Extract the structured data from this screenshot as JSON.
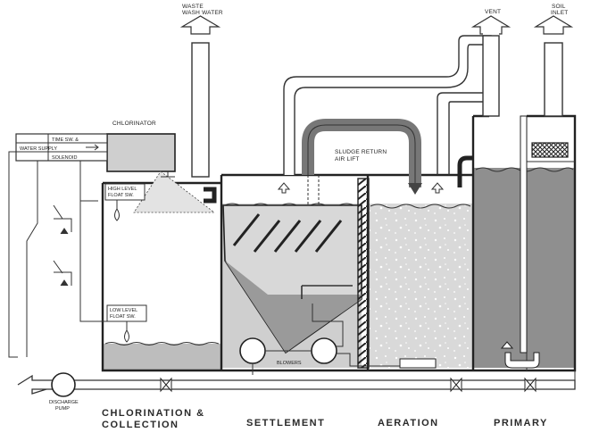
{
  "labels": {
    "waste_wash_water_1": "WASTE",
    "waste_wash_water_2": "WASH WATER",
    "vent": "VENT",
    "soil_inlet_1": "SOIL",
    "soil_inlet_2": "INLET",
    "chlorinator": "CHLORINATOR",
    "time_sw": "TIME SW. &",
    "water_supply": "WATER SUPPLY",
    "solenoid": "SOLENOID",
    "high_level_1": "HIGH LEVEL",
    "high_level_2": "FLOAT SW.",
    "low_level_1": "LOW LEVEL",
    "low_level_2": "FLOAT SW.",
    "sludge_return_1": "SLUDGE RETURN",
    "sludge_return_2": "AIR LIFT",
    "blowers": "BLOWERS",
    "discharge_pump_1": "DISCHARGE",
    "discharge_pump_2": "PUMP"
  },
  "sections": {
    "chlorination_1": "CHLORINATION  &",
    "chlorination_2": "COLLECTION",
    "settlement": "SETTLEMENT",
    "aeration": "AERATION",
    "primary": "PRIMARY"
  },
  "colors": {
    "liquid": "#bdbdbd",
    "liquid_dark": "#7e7e7e",
    "primary_liquid": "#8f8f8f",
    "line": "#222222"
  }
}
